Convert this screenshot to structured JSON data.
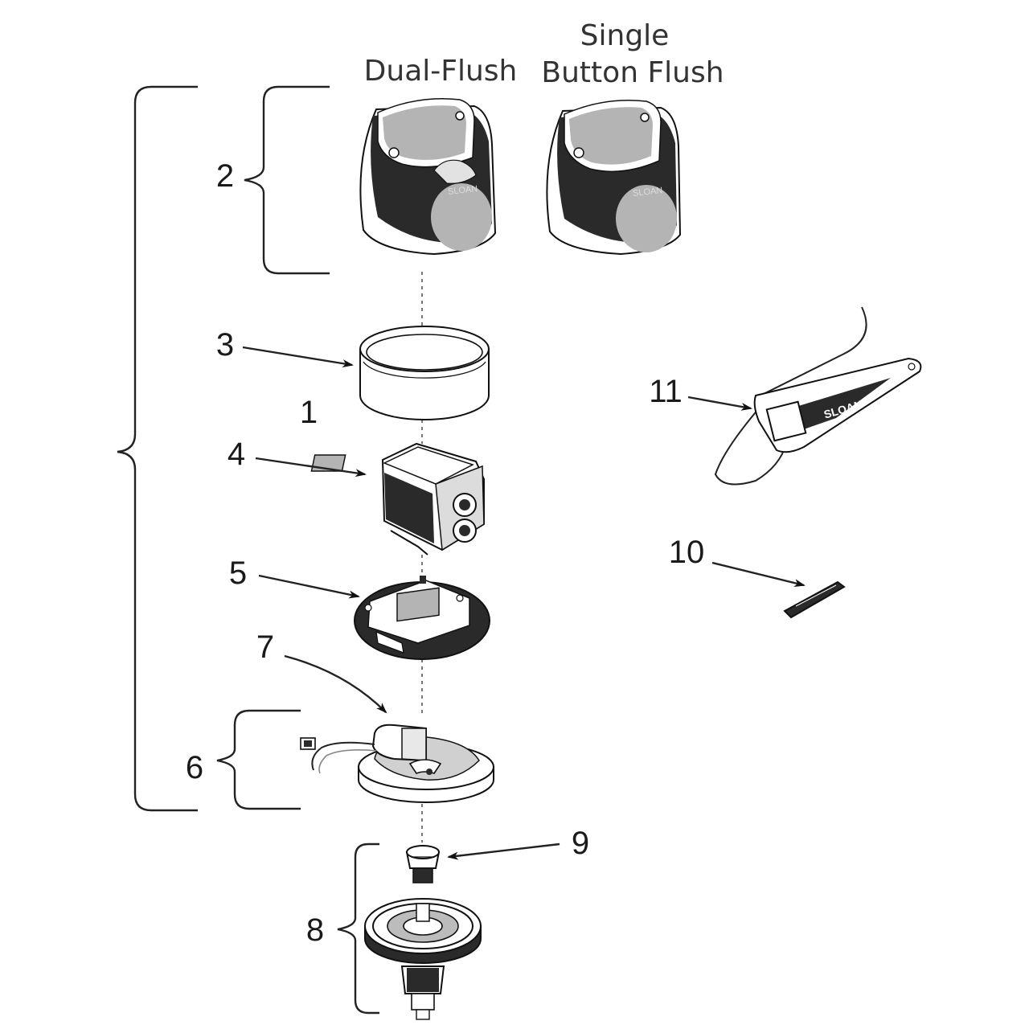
{
  "headers": {
    "dual_flush": "Dual-Flush",
    "single_line1": "Single",
    "single_line2": "Button Flush"
  },
  "callouts": {
    "n1": "1",
    "n2": "2",
    "n3": "3",
    "n4": "4",
    "n5": "5",
    "n6": "6",
    "n7": "7",
    "n8": "8",
    "n9": "9",
    "n10": "10",
    "n11": "11"
  },
  "brand": {
    "logo_text": "SLOAN"
  },
  "colors": {
    "ink": "#111111",
    "body_dark": "#2a2a2a",
    "panel_grey": "#b4b4b4",
    "label_grey": "#333333"
  }
}
